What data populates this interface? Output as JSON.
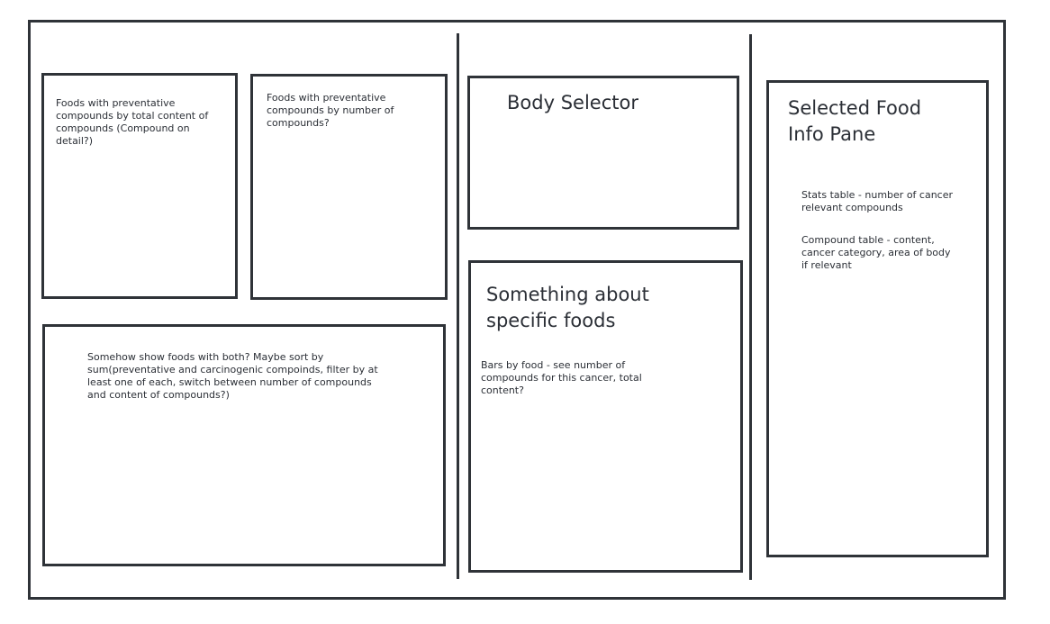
{
  "panels": {
    "foods_total_content": "Foods with preventative compounds by total content of compounds (Compound on detail?)",
    "foods_number_compounds": "Foods with preventative compounds by number of compounds?",
    "foods_both": "Somehow show foods with both? Maybe sort by sum(preventative and carcinogenic compoinds, filter by at least one of each, switch between number of compounds and content of compounds?)",
    "body_selector": {
      "title": "Body Selector"
    },
    "specific_foods": {
      "title": "Something about specific foods",
      "note": "Bars by food - see number of compounds for this cancer, total content?"
    },
    "selected_food": {
      "title": "Selected Food Info Pane",
      "stats_note": "Stats table - number of cancer relevant compounds",
      "compound_note": "Compound table - content, cancer category, area of body if relevant"
    }
  }
}
